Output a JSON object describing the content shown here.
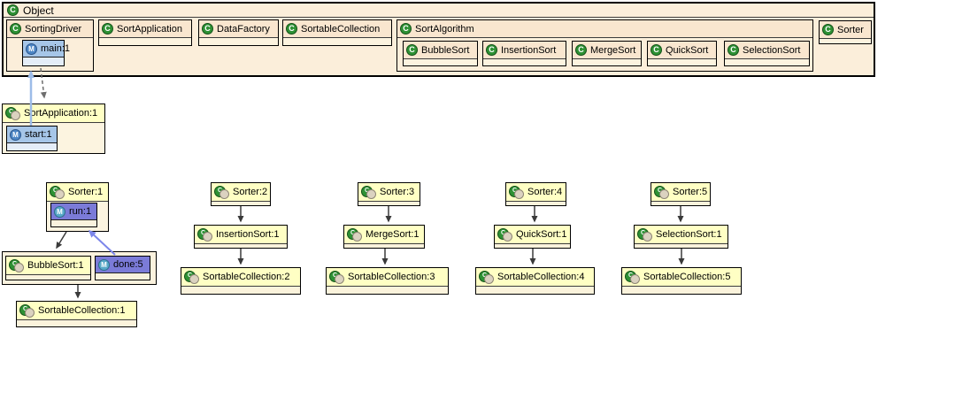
{
  "top_panel": {
    "label": "Object",
    "classes": {
      "sorting_driver": {
        "label": "SortingDriver",
        "method": {
          "label": "main:1"
        }
      },
      "sort_application": {
        "label": "SortApplication"
      },
      "data_factory": {
        "label": "DataFactory"
      },
      "sortable_collection": {
        "label": "SortableCollection"
      },
      "sort_algorithm": {
        "label": "SortAlgorithm",
        "subclasses": {
          "bubble_sort": {
            "label": "BubbleSort"
          },
          "insertion_sort": {
            "label": "InsertionSort"
          },
          "merge_sort": {
            "label": "MergeSort"
          },
          "quick_sort": {
            "label": "QuickSort"
          },
          "selection_sort": {
            "label": "SelectionSort"
          }
        }
      },
      "sorter": {
        "label": "Sorter"
      }
    }
  },
  "instances": {
    "sort_application_1": {
      "label": "SortApplication:1",
      "method": {
        "label": "start:1"
      }
    },
    "sorter_1": {
      "label": "Sorter:1",
      "method": {
        "label": "run:1"
      }
    },
    "bubble_sort_1": {
      "label": "BubbleSort:1"
    },
    "done_5": {
      "label": "done:5"
    },
    "sortable_collection_1": {
      "label": "SortableCollection:1"
    },
    "sorter_2": {
      "label": "Sorter:2"
    },
    "insertion_sort_1": {
      "label": "InsertionSort:1"
    },
    "sortable_collection_2": {
      "label": "SortableCollection:2"
    },
    "sorter_3": {
      "label": "Sorter:3"
    },
    "merge_sort_1": {
      "label": "MergeSort:1"
    },
    "sortable_collection_3": {
      "label": "SortableCollection:3"
    },
    "sorter_4": {
      "label": "Sorter:4"
    },
    "quick_sort_1": {
      "label": "QuickSort:1"
    },
    "sortable_collection_4": {
      "label": "SortableCollection:4"
    },
    "sorter_5": {
      "label": "Sorter:5"
    },
    "selection_sort_1": {
      "label": "SelectionSort:1"
    },
    "sortable_collection_5": {
      "label": "SortableCollection:5"
    }
  },
  "icons": {
    "class_icon_glyph": "C",
    "method_icon_glyph": "M",
    "object_icon": "green-C-circle-with-tan-circle"
  },
  "colors": {
    "class_header": "#f9e6cf",
    "class_body": "#fcf3df",
    "panel_background": "#fbeeda",
    "instance_header": "#ffffc4",
    "instance_body": "#fbf3dc",
    "method_current_fill": "#7b7bd8",
    "method_past_fill": "#a6c6e8",
    "call_arrow": "#3a3a3a",
    "return_arrow_light_blue": "#9dbce8",
    "return_arrow_purple": "#7c86ea",
    "pending_call_dashed": "#6e6e6e"
  }
}
